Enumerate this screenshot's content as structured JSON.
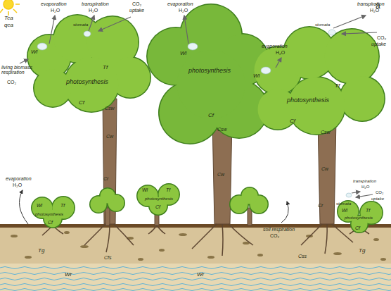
{
  "diagram": {
    "labels": [
      "a",
      "Tca",
      "qca",
      "evaporation",
      "H₂O",
      "transpiration",
      "H₂O",
      "CO₂",
      "uptake",
      "stomata",
      "Wl",
      "Tf",
      "photosynthesis",
      "Cf",
      "living biomass respiration",
      "CO₂",
      "Csw",
      "Cw",
      "Cr",
      "evaporation",
      "H₂O",
      "Wl",
      "photosynthesis",
      "Cf",
      "Csw",
      "Cw",
      "evaporation",
      "H₂O",
      "stomata",
      "transpiration",
      "H₂O",
      "CO₂",
      "uptake",
      "Wl",
      "Tf",
      "photosynthesis",
      "Cf",
      "Csw",
      "Cw",
      "Cr",
      "evaporation",
      "H₂O",
      "Wl",
      "Tf",
      "photosynthesis",
      "Cf",
      "Wl",
      "Tf",
      "photosynthesis",
      "Cf",
      "stomata",
      "transpiration",
      "H₂O",
      "CO₂",
      "uptake",
      "Wl",
      "Tf",
      "photosynthesis",
      "Cf",
      "soil respiration",
      "CO₂",
      "Tg",
      "Tg",
      "Cfs",
      "Css",
      "Wr",
      "Wr"
    ]
  }
}
